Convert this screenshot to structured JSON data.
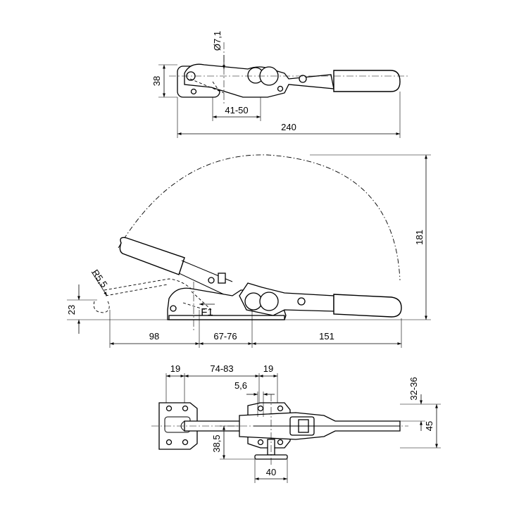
{
  "top_view": {
    "dims": {
      "diameter": "Ø7,1",
      "height": "38",
      "pin_range": "41-50",
      "length": "240"
    }
  },
  "side_view": {
    "dims": {
      "swing_height": "181",
      "tip_radius": "R5,5",
      "hook_height": "23",
      "reach": "98",
      "stroke_range": "67-76",
      "handle_length": "151"
    },
    "force_label": "F1"
  },
  "base_view": {
    "dims": {
      "plate_width_left": "19",
      "plate_spacing": "74-83",
      "plate_width_right": "19",
      "slot_width": "5,6",
      "offset": "38,5",
      "base_width": "40",
      "height_range": "32-36",
      "overall_height": "45"
    }
  }
}
